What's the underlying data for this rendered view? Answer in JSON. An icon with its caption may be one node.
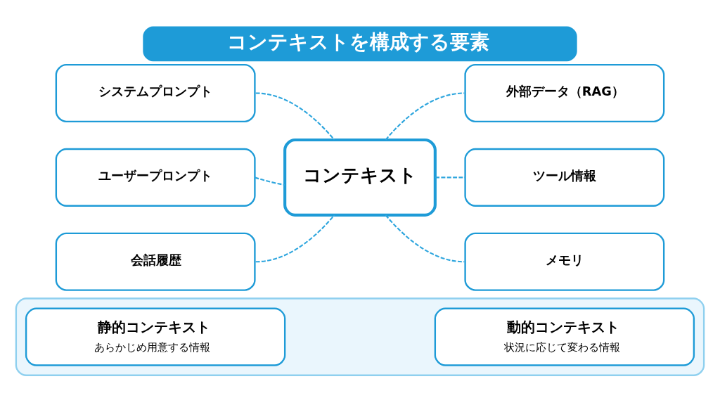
{
  "diagram": {
    "title": "コンテキストを構成する要素",
    "nodes": [
      {
        "text": [
          "システムプロンプト"
        ]
      },
      {
        "text": [
          "ユーザープロンプト"
        ]
      },
      {
        "text": [
          "会話履歴"
        ]
      },
      {
        "text": [
          "コンテキスト"
        ]
      },
      {
        "text": [
          "外部データ（RAG）"
        ]
      },
      {
        "text": [
          "ツール情報"
        ]
      },
      {
        "text": [
          "メモリ"
        ]
      },
      {
        "text": [],
        "shape": "box"
      },
      {
        "text": [
          "静的コンテキスト",
          "あらかじめ用意する情報"
        ],
        "in": 7
      },
      {
        "text": [
          "動的コンテキスト",
          "状況に応じて変わる情報"
        ],
        "in": 7
      }
    ],
    "edges": [
      {
        "from": 0,
        "to": 3,
        "arrow": "none",
        "style": "dashed"
      },
      {
        "from": 1,
        "to": 3,
        "arrow": "none",
        "style": "dashed"
      },
      {
        "from": 2,
        "to": 3,
        "arrow": "none",
        "style": "dashed"
      },
      {
        "from": 3,
        "to": 4,
        "arrow": "none",
        "style": "dashed"
      },
      {
        "from": 3,
        "to": 5,
        "arrow": "none",
        "style": "dashed"
      },
      {
        "from": 3,
        "to": 6,
        "arrow": "none",
        "style": "dashed"
      }
    ]
  }
}
